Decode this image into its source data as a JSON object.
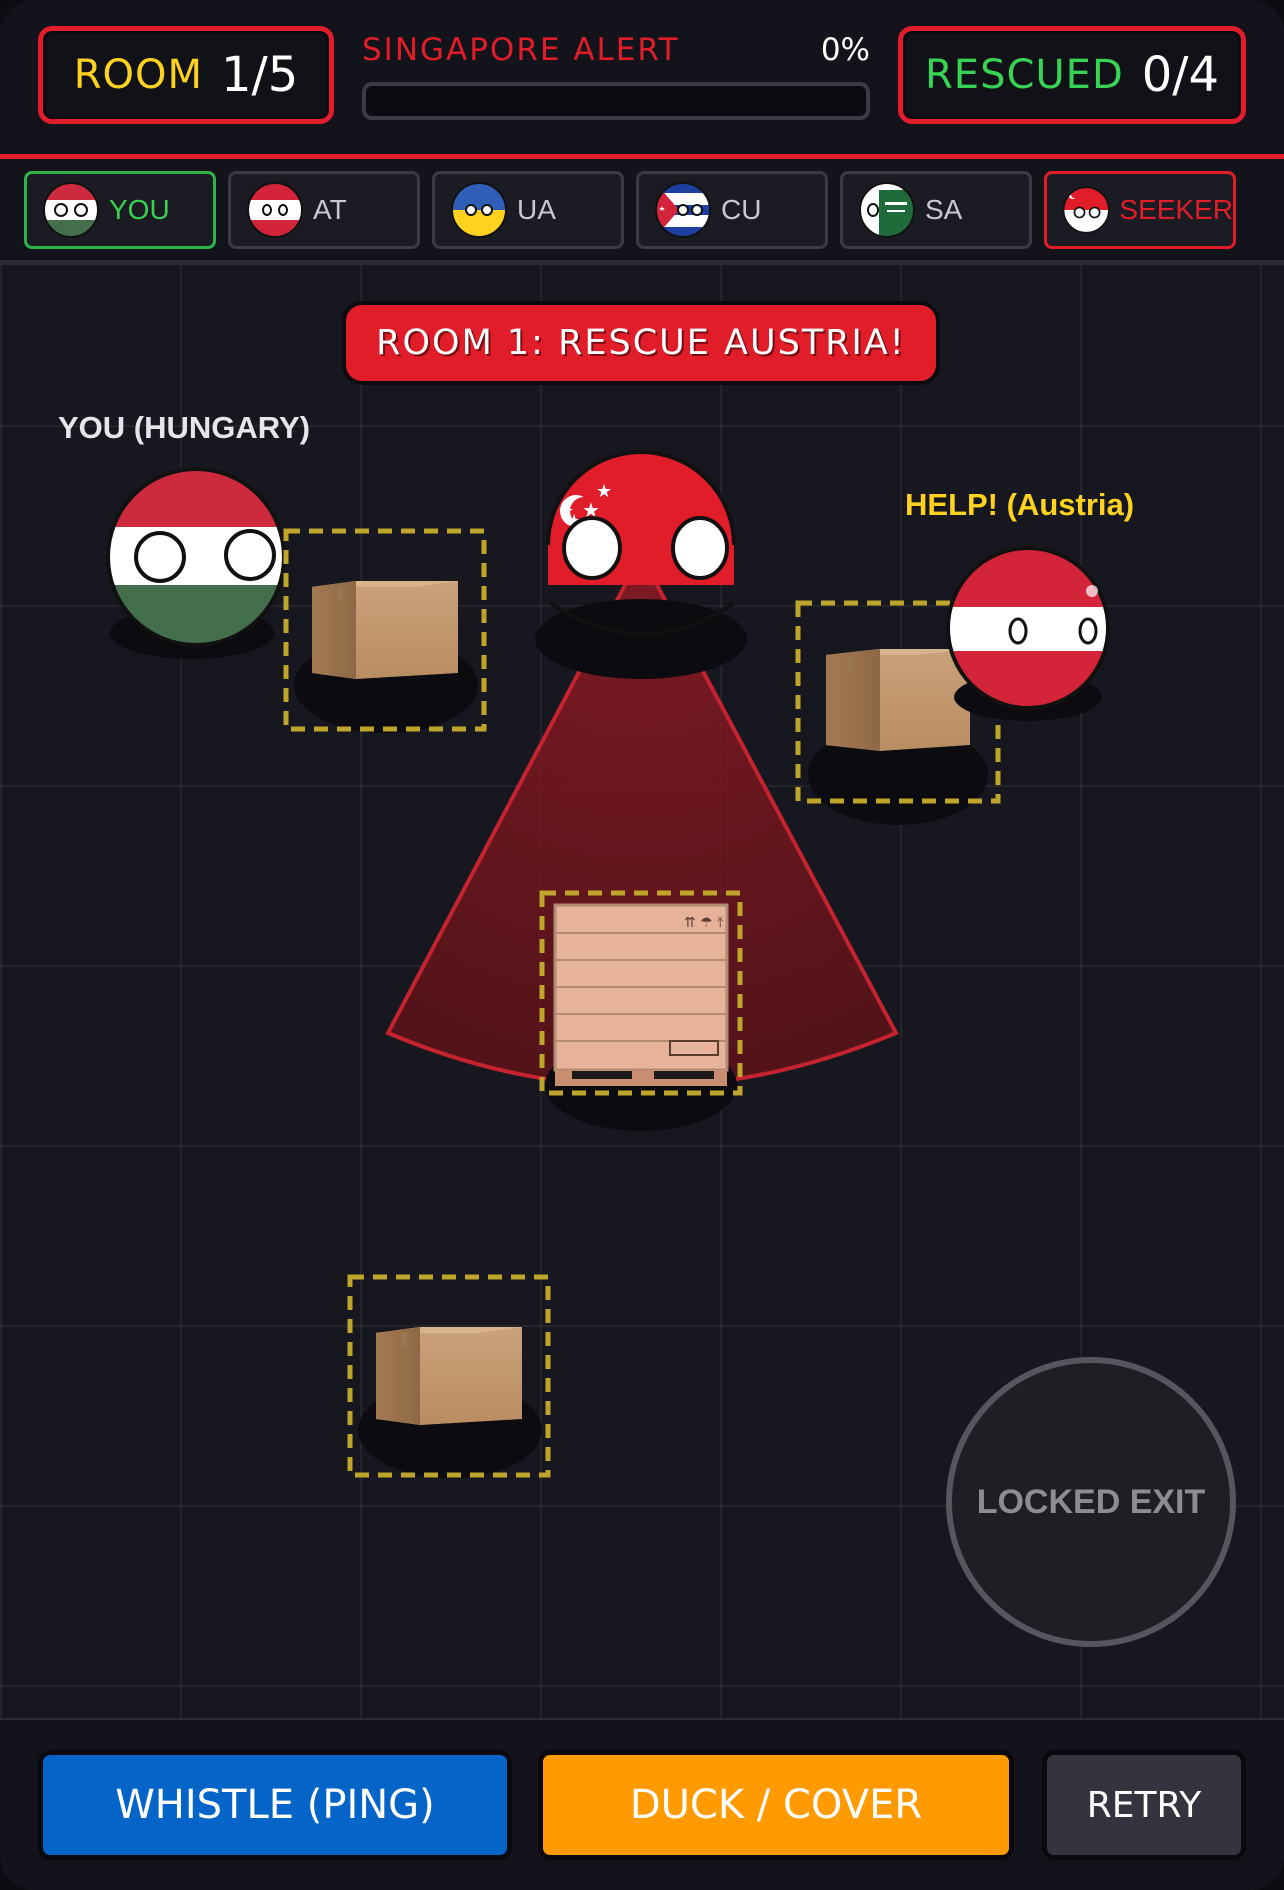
{
  "hud": {
    "room_label": "ROOM",
    "room_value": "1/5",
    "alert_label": "SINGAPORE ALERT",
    "alert_percent": "0%",
    "alert_level": 0,
    "rescued_label": "RESCUED",
    "rescued_value": "0/4"
  },
  "characters": [
    {
      "label": "YOU",
      "flag": "hungary",
      "state": "selected"
    },
    {
      "label": "AT",
      "flag": "austria",
      "state": "normal"
    },
    {
      "label": "UA",
      "flag": "ukraine",
      "state": "normal"
    },
    {
      "label": "CU",
      "flag": "cuba",
      "state": "normal"
    },
    {
      "label": "SA",
      "flag": "saudi-arabia",
      "state": "normal"
    },
    {
      "label": "SEEKER",
      "flag": "singapore",
      "state": "seeker"
    }
  ],
  "field": {
    "banner": "ROOM 1: RESCUE AUSTRIA!",
    "player_label": "YOU (HUNGARY)",
    "help_label": "HELP! (Austria)",
    "exit_label": "LOCKED EXIT"
  },
  "controls": {
    "whistle": "WHISTLE (PING)",
    "duck": "DUCK / COVER",
    "retry": "RETRY"
  },
  "colors": {
    "accent_red": "#e11d2a",
    "yellow": "#ffd21f",
    "green": "#39d353",
    "blue_button": "#0564c8",
    "orange_button": "#ff9a00"
  }
}
